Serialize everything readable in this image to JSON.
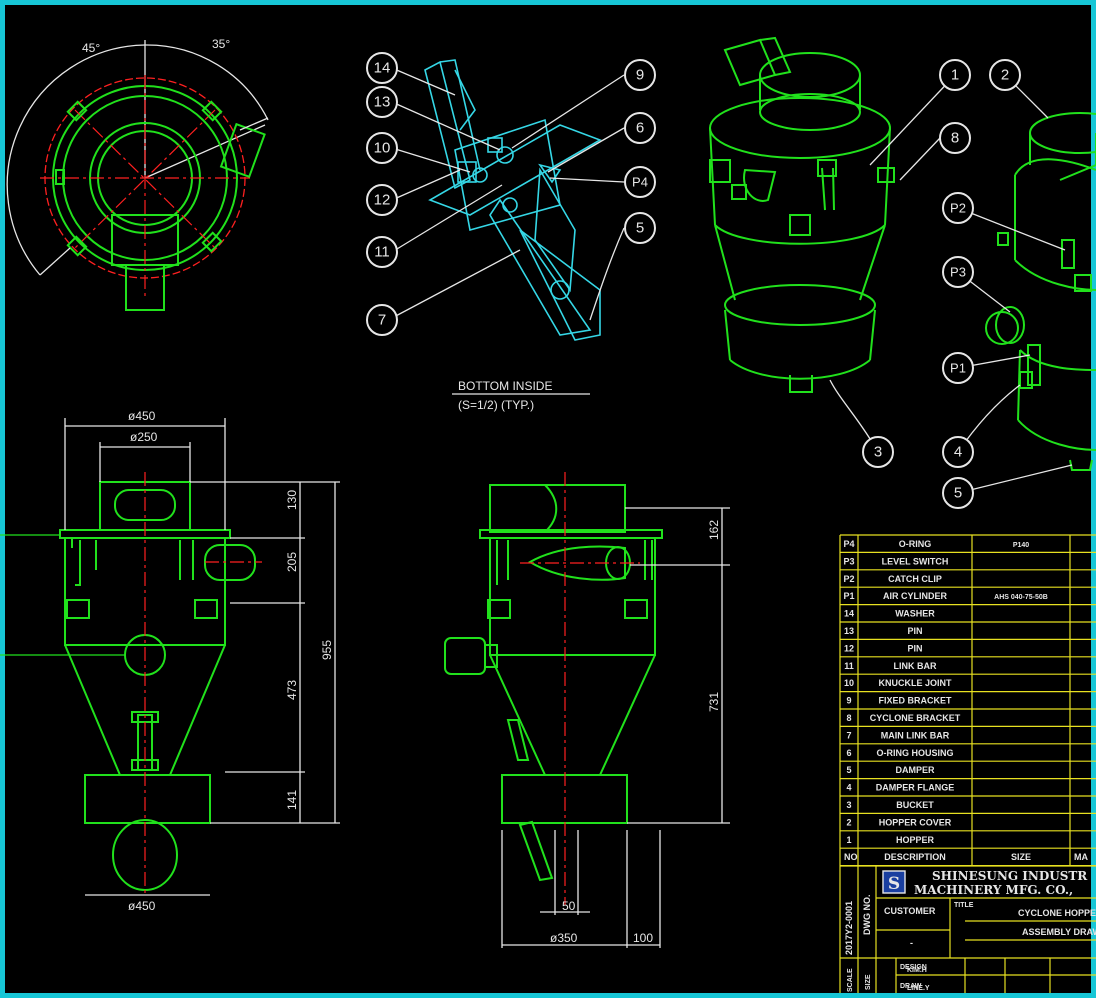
{
  "angles": {
    "left": "45°",
    "right": "35°"
  },
  "detail_note": {
    "title": "BOTTOM INSIDE",
    "scale": "(S=1/2) (TYP.)"
  },
  "detail_balloons": [
    "14",
    "13",
    "10",
    "12",
    "11",
    "7",
    "9",
    "6",
    "P4",
    "5"
  ],
  "iso_balloons": [
    "1",
    "2",
    "8",
    "P2",
    "P3",
    "P1",
    "3",
    "4",
    "5"
  ],
  "front_dims": {
    "top_dia": "ø450",
    "inlet_dia": "ø250",
    "bottom_dia": "ø450",
    "h1": "130",
    "h2": "205",
    "h3": "473",
    "h4": "141",
    "total": "955"
  },
  "side_dims": {
    "top": "162",
    "height": "731",
    "d1": "50",
    "base_dia": "ø350",
    "offset": "100"
  },
  "parts_list": [
    {
      "no": "P4",
      "desc": "O-RING",
      "size": "P140"
    },
    {
      "no": "P3",
      "desc": "LEVEL SWITCH",
      "size": ""
    },
    {
      "no": "P2",
      "desc": "CATCH CLIP",
      "size": ""
    },
    {
      "no": "P1",
      "desc": "AIR CYLINDER",
      "size": "AHS 040-75-50B"
    },
    {
      "no": "14",
      "desc": "WASHER",
      "size": ""
    },
    {
      "no": "13",
      "desc": "PIN",
      "size": ""
    },
    {
      "no": "12",
      "desc": "PIN",
      "size": ""
    },
    {
      "no": "11",
      "desc": "LINK BAR",
      "size": ""
    },
    {
      "no": "10",
      "desc": "KNUCKLE JOINT",
      "size": ""
    },
    {
      "no": "9",
      "desc": "FIXED BRACKET",
      "size": ""
    },
    {
      "no": "8",
      "desc": "CYCLONE BRACKET",
      "size": ""
    },
    {
      "no": "7",
      "desc": "MAIN LINK BAR",
      "size": ""
    },
    {
      "no": "6",
      "desc": "O-RING HOUSING",
      "size": ""
    },
    {
      "no": "5",
      "desc": "DAMPER",
      "size": ""
    },
    {
      "no": "4",
      "desc": "DAMPER FLANGE",
      "size": ""
    },
    {
      "no": "3",
      "desc": "BUCKET",
      "size": ""
    },
    {
      "no": "2",
      "desc": "HOPPER COVER",
      "size": ""
    },
    {
      "no": "1",
      "desc": "HOPPER",
      "size": ""
    }
  ],
  "parts_header": {
    "no": "NO",
    "desc": "DESCRIPTION",
    "size": "SIZE",
    "mat": "MA"
  },
  "title_block": {
    "company_line1": "SHINESUNG INDUSTR",
    "company_line2": "MACHINERY MFG. CO.,",
    "drawing_no": "2017Y2-0001",
    "dwg_label": "DWG NO.",
    "customer_label": "CUSTOMER",
    "customer_value": "-",
    "title_label": "TITLE",
    "title_line1": "CYCLONE HOPPE",
    "title_line2": "ASSEMBLY DRAWING",
    "scale_label": "SCALE",
    "size_label": "SIZE",
    "design_label": "DESIGN",
    "design_value": "KIM.H",
    "draw_label": "DRAW",
    "draw_value": "LINE.Y"
  },
  "colors": {
    "frame": "#17c6d6",
    "line": "#21e11c",
    "center": "#ff2020",
    "detail": "#35d7e6",
    "text": "#e6e6e6",
    "table": "#e7e021"
  }
}
